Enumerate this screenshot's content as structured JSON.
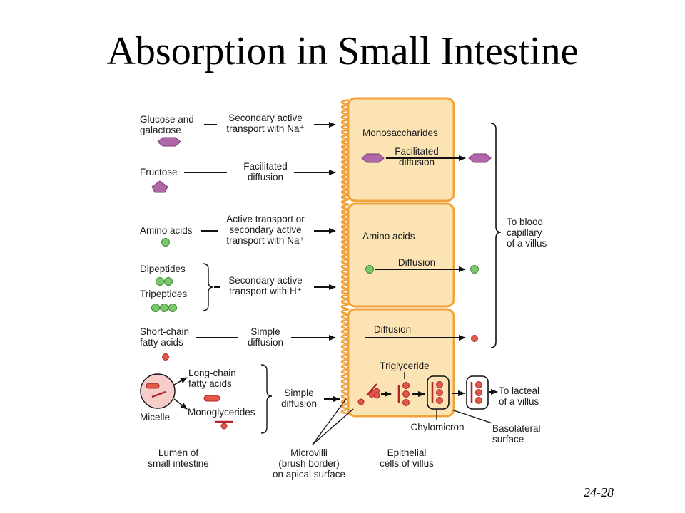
{
  "slide": {
    "title": "Absorption in Small Intestine",
    "number": "24-28"
  },
  "colors": {
    "cell_fill": "#fce3b3",
    "cell_stroke": "#f1a23a",
    "sugar": "#b067a8",
    "amino": "#7bc86c",
    "fat": "#e05848",
    "fat_stroke": "#b3242a"
  },
  "lumen": {
    "glucose": [
      "Glucose and",
      "galactose"
    ],
    "glucose_mech": [
      "Secondary active",
      "transport with Na⁺"
    ],
    "fructose": "Fructose",
    "fructose_mech": [
      "Facilitated",
      "diffusion"
    ],
    "amino": "Amino acids",
    "amino_mech": [
      "Active transport or",
      "secondary active",
      "transport with Na⁺"
    ],
    "dipeptides": "Dipeptides",
    "tripeptides": "Tripeptides",
    "peptide_mech": [
      "Secondary active",
      "transport with H⁺"
    ],
    "scfa": [
      "Short-chain",
      "fatty acids"
    ],
    "scfa_mech": [
      "Simple",
      "diffusion"
    ],
    "lcfa": [
      "Long-chain",
      "fatty acids"
    ],
    "mono": "Monoglycerides",
    "micelle": "Micelle",
    "lipid_mech": [
      "Simple",
      "diffusion"
    ]
  },
  "cell": {
    "mono": "Monosaccharides",
    "mono_mech": [
      "Facilitated",
      "diffusion"
    ],
    "amino": "Amino acids",
    "amino_mech": "Diffusion",
    "scfa_mech": "Diffusion",
    "tg": "Triglyceride"
  },
  "outside": {
    "blood": [
      "To blood",
      "capillary",
      "of a villus"
    ],
    "lacteal": [
      "To lacteal",
      "of a villus"
    ],
    "chylomicron": "Chylomicron",
    "basolateral": [
      "Basolateral",
      "surface"
    ]
  },
  "bottom": {
    "lumen": [
      "Lumen of",
      "small intestine"
    ],
    "microvilli": [
      "Microvilli",
      "(brush border)",
      "on apical surface"
    ],
    "epithelial": [
      "Epithelial",
      "cells of villus"
    ]
  }
}
